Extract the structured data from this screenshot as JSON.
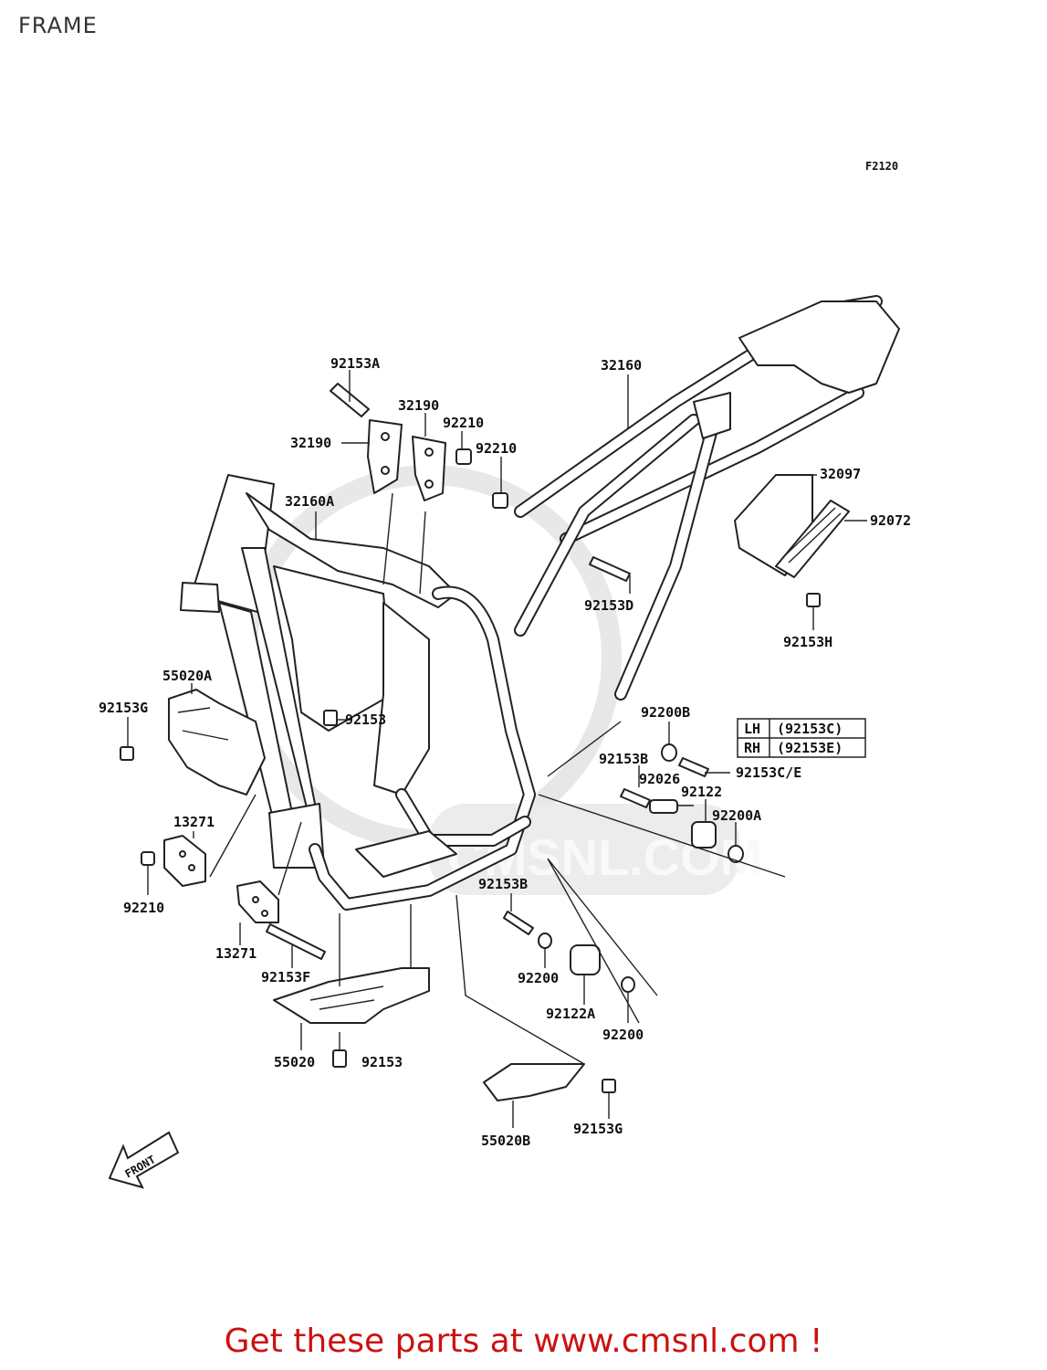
{
  "page": {
    "title": "FRAME",
    "diagram_code": "F2120"
  },
  "watermark": "CMSNL.COM",
  "front_label": "FRONT",
  "side_table": {
    "rows": [
      {
        "side": "LH",
        "part": "(92153C)"
      },
      {
        "side": "RH",
        "part": "(92153E)"
      }
    ]
  },
  "callouts": [
    "92153A",
    "32190",
    "32190",
    "92210",
    "92210",
    "32160",
    "32160A",
    "32097",
    "92072",
    "92153D",
    "92153H",
    "55020A",
    "92153G",
    "92153",
    "92200B",
    "92153B",
    "92153C/E",
    "92026",
    "92122",
    "92200A",
    "13271",
    "92210",
    "92153B",
    "13271",
    "92153F",
    "92200",
    "92122A",
    "92200",
    "55020",
    "92153",
    "55020B",
    "92153G"
  ],
  "footer": {
    "text": "Get these parts at www.cmsnl.com !"
  },
  "colors": {
    "footer": "#cc1111",
    "lines": "#222222",
    "watermark": "#d8d8d8"
  }
}
